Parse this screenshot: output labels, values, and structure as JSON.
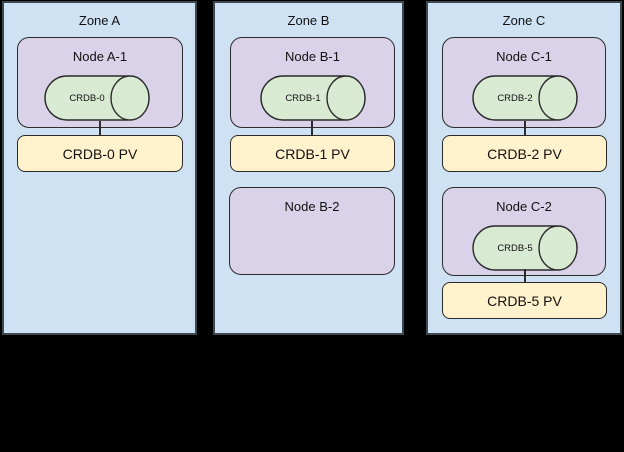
{
  "diagram": {
    "colors": {
      "background": "#000000",
      "zone_fill": "#cfe2f3",
      "zone_border": "#3f4851",
      "node_fill": "#d9d2e9",
      "db_fill": "#d9ead3",
      "pv_fill": "#fff2cc",
      "shape_border": "#2b2b2b",
      "text": "#111111"
    },
    "zones": [
      {
        "label": "Zone A",
        "nodes": [
          {
            "label": "Node A-1",
            "db_label": "CRDB-0",
            "pv_label": "CRDB-0 PV"
          }
        ]
      },
      {
        "label": "Zone B",
        "nodes": [
          {
            "label": "Node B-1",
            "db_label": "CRDB-1",
            "pv_label": "CRDB-1 PV"
          },
          {
            "label": "Node B-2"
          }
        ]
      },
      {
        "label": "Zone C",
        "nodes": [
          {
            "label": "Node C-1",
            "db_label": "CRDB-2",
            "pv_label": "CRDB-2 PV"
          },
          {
            "label": "Node C-2",
            "db_label": "CRDB-5",
            "pv_label": "CRDB-5 PV"
          }
        ]
      }
    ]
  }
}
